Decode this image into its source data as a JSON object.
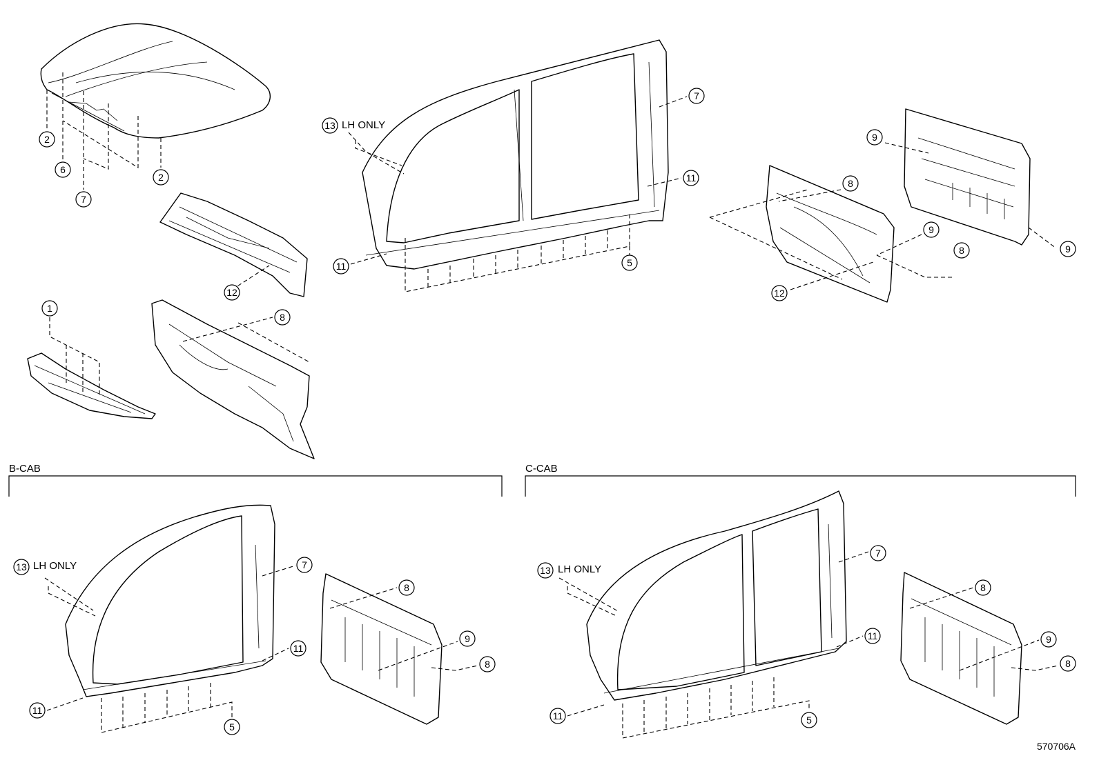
{
  "sections": {
    "b_cab": "B-CAB",
    "c_cab": "C-CAB"
  },
  "notes": {
    "lh_only": "LH ONLY"
  },
  "callouts": {
    "n1": "1",
    "n2": "2",
    "n5": "5",
    "n6": "6",
    "n7": "7",
    "n8": "8",
    "n9": "9",
    "n11": "11",
    "n12": "12",
    "n13": "13"
  },
  "figure_code": "570706A"
}
